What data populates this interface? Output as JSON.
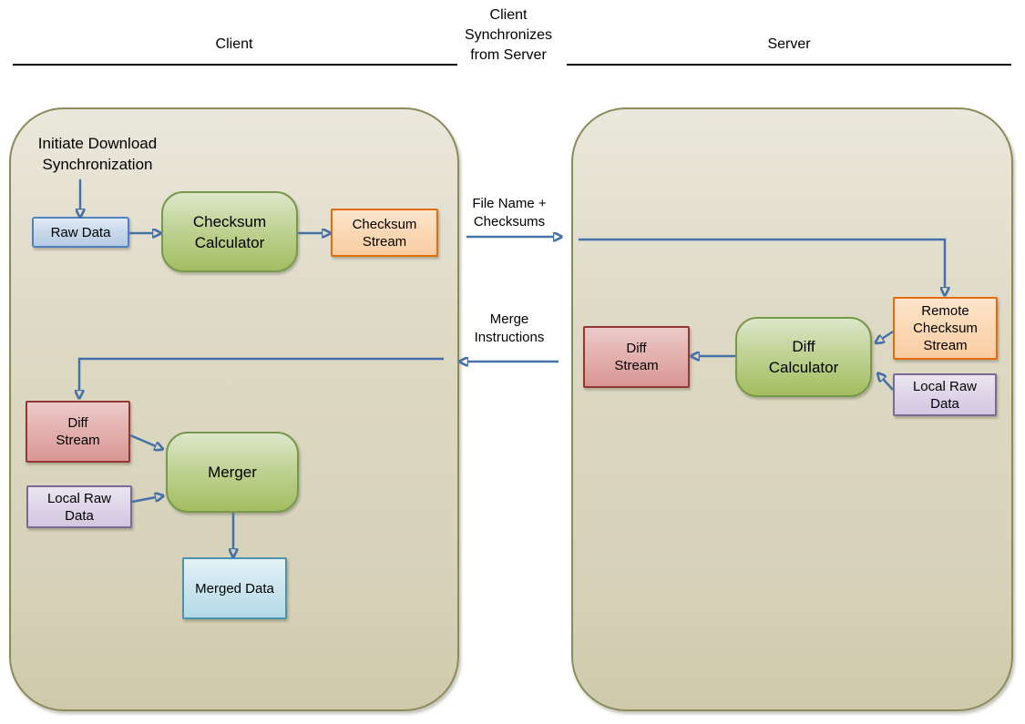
{
  "header": {
    "client_lane_title": "Client",
    "sync_title": "Client Synchronizes from Server",
    "server_lane_title": "Server"
  },
  "client_lane": {
    "annotation": "Initiate Download Synchronization",
    "nodes": {
      "raw_data": "Raw Data",
      "checksum_calculator": "Checksum Calculator",
      "checksum_stream": "Checksum Stream",
      "diff_stream": "Diff Stream",
      "local_raw_data": "Local Raw Data",
      "merger": "Merger",
      "merged_data": "Merged Data"
    }
  },
  "server_lane": {
    "nodes": {
      "remote_checksum_stream": "Remote Checksum Stream",
      "diff_calculator": "Diff Calculator",
      "local_raw_data": "Local Raw Data",
      "diff_stream": "Diff Stream"
    }
  },
  "flow_labels": {
    "file_name_checksums": "File Name + Checksums",
    "merge_instructions": "Merge Instructions"
  },
  "colors": {
    "arrow": "#4472a8",
    "container_fill": "#ddd9c3",
    "container_border": "#8b8b5a",
    "blue_node": "#b5cbe3",
    "blue_node_border": "#4f81bd",
    "green_node": "#a3bd60",
    "green_node_border": "#77994c",
    "orange_node": "#f9cda4",
    "orange_node_border": "#e36c0a",
    "red_node": "#d99694",
    "red_node_border": "#943734",
    "purple_node": "#d2c7e0",
    "purple_node_border": "#776b96",
    "cyan_node": "#b4dae7",
    "cyan_node_border": "#4a93ad"
  }
}
